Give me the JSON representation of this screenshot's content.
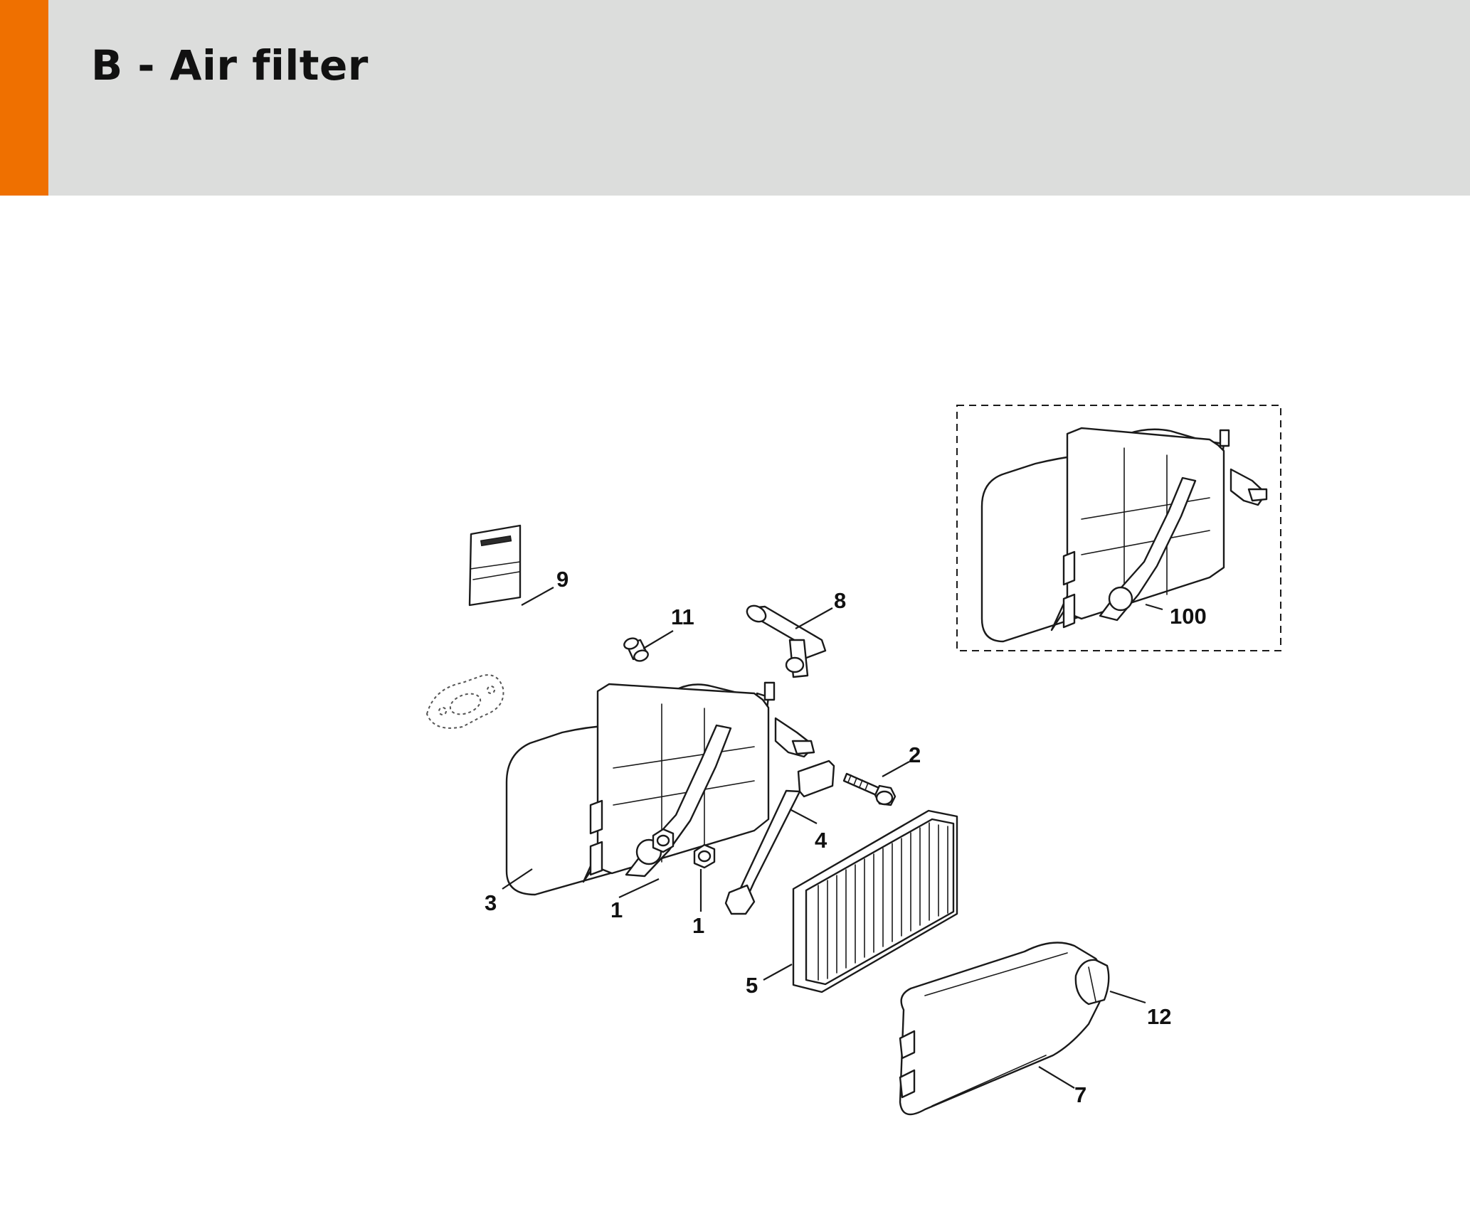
{
  "header": {
    "title": "B - Air filter",
    "accent_color": "#ef7000",
    "band_color": "#dcdddc"
  },
  "diagram": {
    "callouts": [
      {
        "id": "9",
        "label": "9"
      },
      {
        "id": "11",
        "label": "11"
      },
      {
        "id": "8",
        "label": "8"
      },
      {
        "id": "100",
        "label": "100"
      },
      {
        "id": "2",
        "label": "2"
      },
      {
        "id": "4",
        "label": "4"
      },
      {
        "id": "3",
        "label": "3"
      },
      {
        "id": "1a",
        "label": "1"
      },
      {
        "id": "1b",
        "label": "1"
      },
      {
        "id": "5",
        "label": "5"
      },
      {
        "id": "12",
        "label": "12"
      },
      {
        "id": "7",
        "label": "7"
      }
    ]
  }
}
